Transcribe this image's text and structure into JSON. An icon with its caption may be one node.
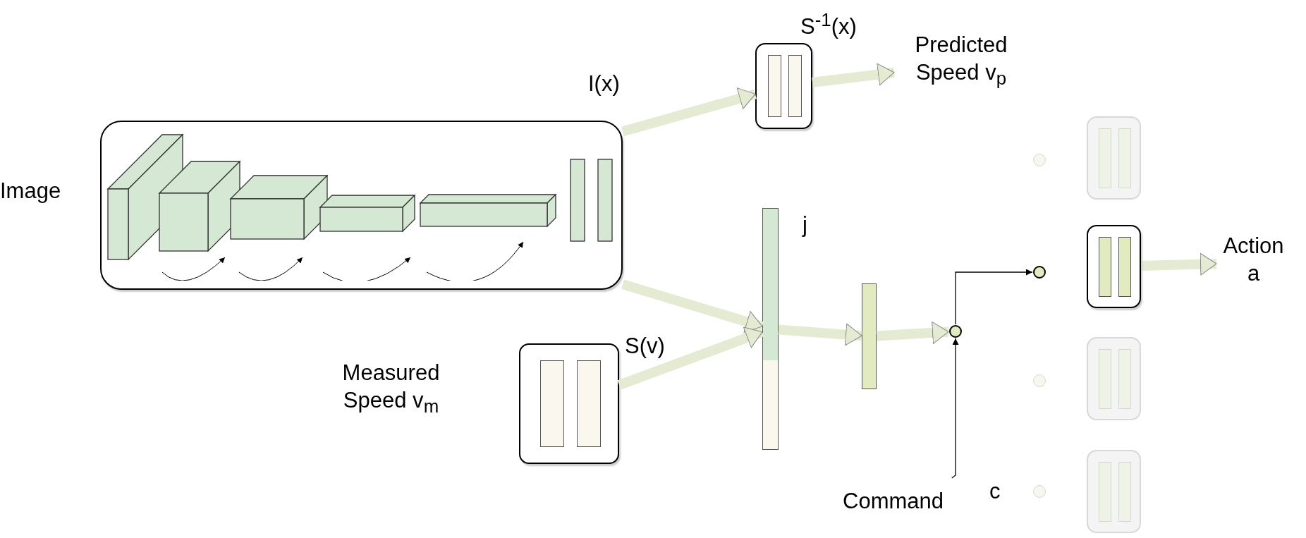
{
  "diagram": {
    "nodes": [
      {
        "text": [],
        "shape": "box",
        "beside": [
          "Image"
        ]
      },
      {
        "text": [
          "S$^{-1}$(x)"
        ]
      },
      {
        "text": [
          "Predicted Speed v$_{p}$"
        ]
      },
      {
        "text": [
          "j"
        ]
      },
      {
        "text": [
          "S(v)"
        ],
        "beside": [
          "Measured Speed v$_{m}$"
        ]
      },
      {
        "text": [],
        "shape": "bar"
      },
      {
        "text": [],
        "shape": "circle"
      },
      {
        "text": [
          "Command",
          "c"
        ]
      },
      {
        "text": [],
        "shape": "circle"
      },
      {
        "text": [],
        "shape": "box"
      },
      {
        "text": [],
        "shape": "circle"
      },
      {
        "text": [],
        "shape": "box"
      },
      {
        "text": [],
        "shape": "circle"
      },
      {
        "text": [],
        "shape": "box"
      },
      {
        "text": [],
        "shape": "circle"
      },
      {
        "text": [],
        "shape": "box"
      },
      {
        "text": [
          "Action a"
        ]
      }
    ],
    "edges": [
      {
        "from": 0,
        "to": 1,
        "arrow": "to",
        "label": "I(x)"
      },
      {
        "from": 0,
        "to": 3,
        "arrow": "to"
      },
      {
        "from": 1,
        "to": 2,
        "arrow": "to"
      },
      {
        "from": 4,
        "to": 3,
        "arrow": "to"
      },
      {
        "from": 3,
        "to": 5,
        "arrow": "to"
      },
      {
        "from": 5,
        "to": 6,
        "arrow": "to"
      },
      {
        "from": 6,
        "to": 10,
        "arrow": "to",
        "color": "#000000"
      },
      {
        "from": 7,
        "to": 6,
        "arrow": "to",
        "color": "#000000"
      },
      {
        "from": 11,
        "to": 16,
        "arrow": "to"
      }
    ]
  }
}
